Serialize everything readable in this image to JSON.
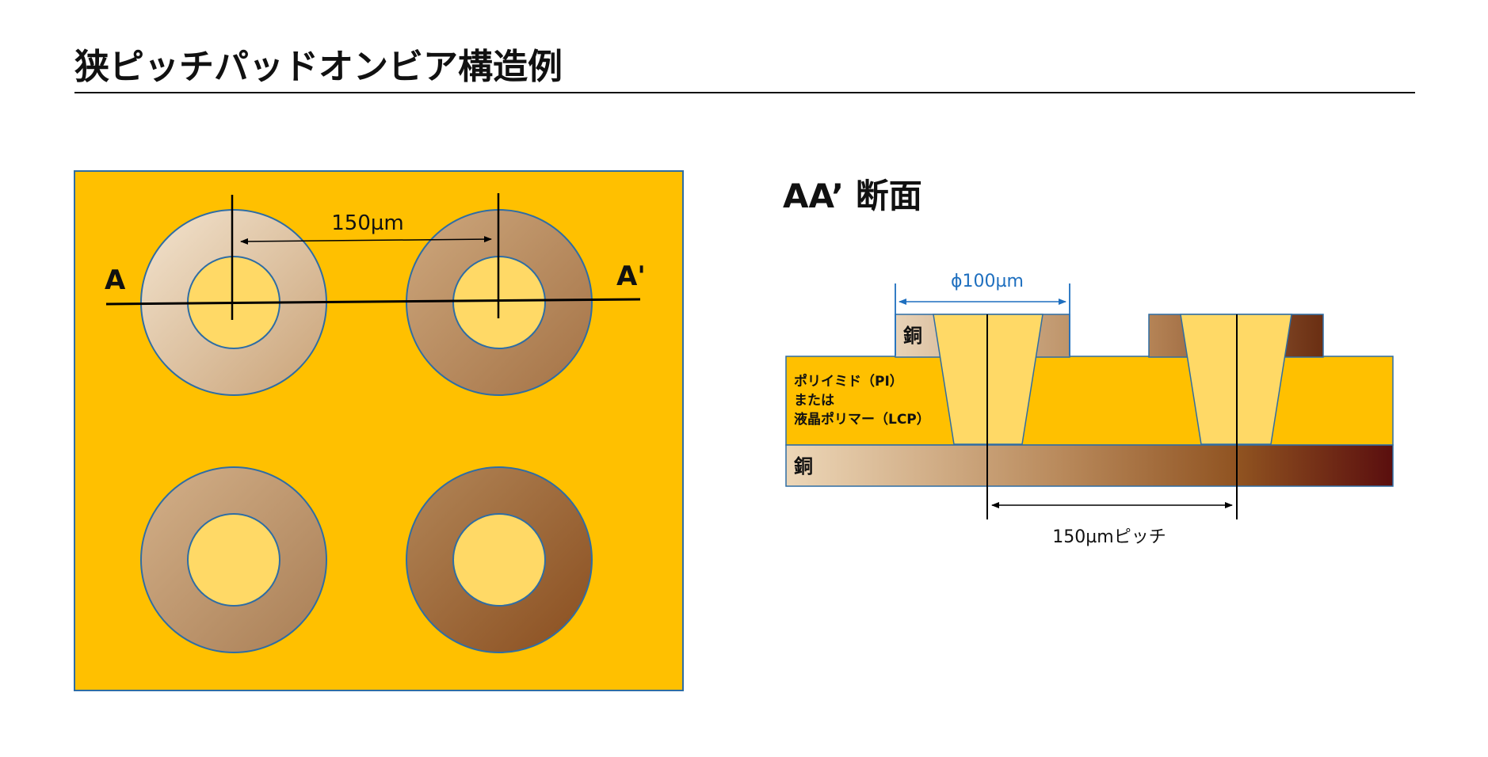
{
  "title": "狭ピッチパッドオンビア構造例",
  "plan_view": {
    "label_a": "A",
    "label_a_prime": "A'",
    "pitch_label": "150µm"
  },
  "cross_section": {
    "heading": "AA’ 断面",
    "via_diameter_label": "ϕ100µm",
    "copper_top_label": "銅",
    "dielectric_label_lines": [
      "ポリイミド（PI）",
      "または",
      "液晶ポリマー（LCP）"
    ],
    "copper_bottom_label": "銅",
    "pitch_label": "150µmピッチ"
  },
  "colors": {
    "substrate": "#FFC000",
    "via_fill": "#FFD966",
    "outline": "#2E6DA4",
    "dimension_blue": "#1E6FBF",
    "copper_light": "#EAD6BC",
    "copper_mid": "#B98C5F",
    "copper_dark": "#8B4A1D",
    "copper_darkest": "#5A0E0E"
  }
}
